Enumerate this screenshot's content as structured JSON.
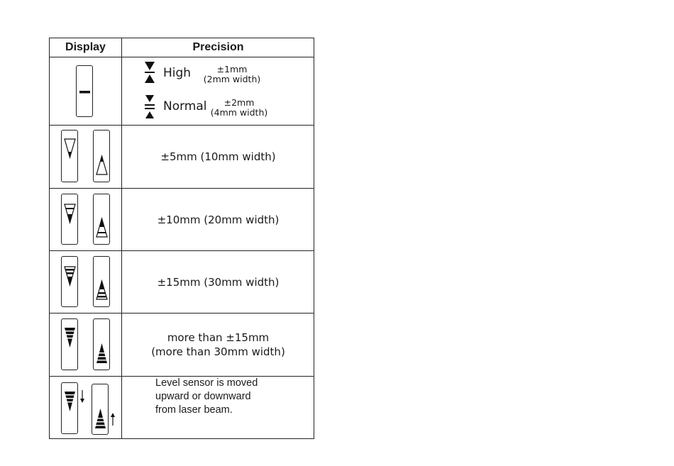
{
  "table": {
    "headers": {
      "display": "Display",
      "precision": "Precision"
    },
    "row1": {
      "high": {
        "label": "High",
        "value": "±1mm",
        "width": "(2mm width)"
      },
      "normal": {
        "label": "Normal",
        "value": "±2mm",
        "width": "(4mm width)"
      }
    },
    "row2": {
      "precision": "±5mm (10mm width)"
    },
    "row3": {
      "precision": "±10mm (20mm width)"
    },
    "row4": {
      "precision": "±15mm (30mm width)"
    },
    "row5": {
      "line1": "more than ±15mm",
      "line2": "(more than 30mm width)"
    },
    "row6": {
      "line1": "Level sensor is moved",
      "line2": "upward or downward",
      "line3": "from laser beam."
    }
  }
}
